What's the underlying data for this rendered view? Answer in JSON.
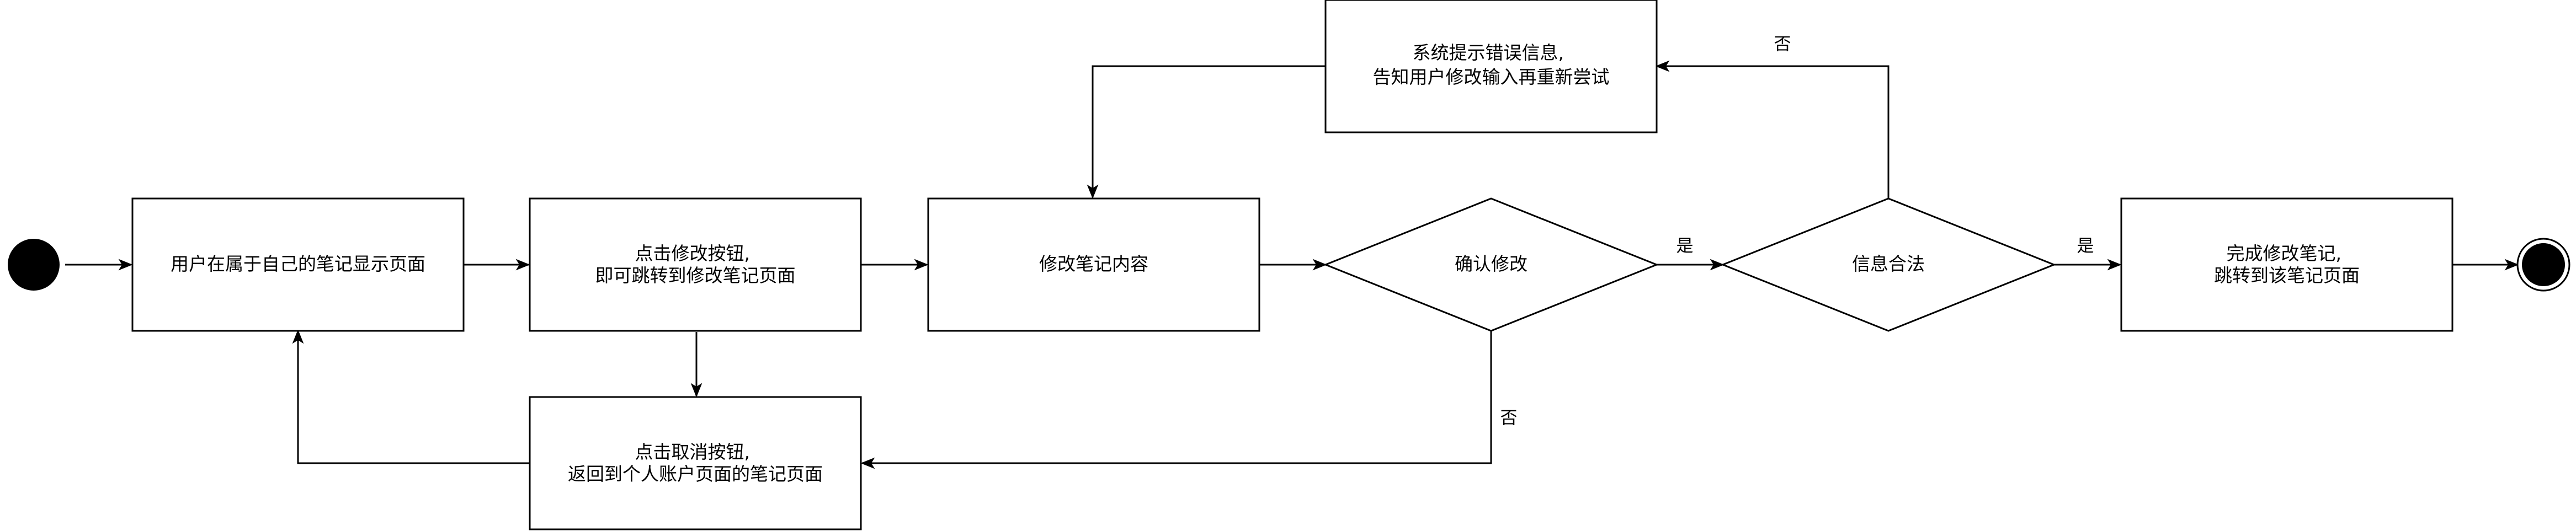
{
  "nodes": {
    "view_note_page": {
      "lines": [
        "用户在属于自己的笔记显示页面"
      ]
    },
    "click_edit": {
      "lines": [
        "点击修改按钮,",
        "即可跳转到修改笔记页面"
      ]
    },
    "edit_content": {
      "lines": [
        "修改笔记内容"
      ]
    },
    "confirm_edit": {
      "lines": [
        "确认修改"
      ]
    },
    "info_valid": {
      "lines": [
        "信息合法"
      ]
    },
    "complete_edit": {
      "lines": [
        "完成修改笔记,",
        "跳转到该笔记页面"
      ]
    },
    "cancel": {
      "lines": [
        "点击取消按钮,",
        "返回到个人账户页面的笔记页面"
      ]
    },
    "error_prompt": {
      "lines": [
        "系统提示错误信息,",
        "告知用户修改输入再重新尝试"
      ]
    }
  },
  "edge_labels": {
    "confirm_yes": "是",
    "confirm_no": "否",
    "valid_yes": "是",
    "valid_no": "否"
  }
}
